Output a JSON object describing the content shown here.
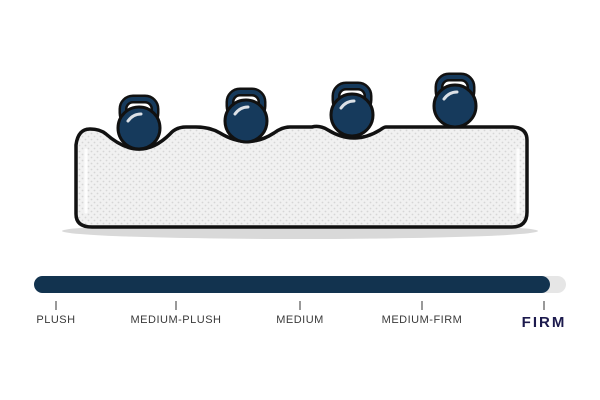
{
  "colors": {
    "kettlebell": "#163a5c",
    "outline": "#111111",
    "foam": "#eeeeee",
    "bar_fill": "#12334f",
    "bar_track": "#e6e6e6",
    "active_label": "#1c1a4d",
    "label": "#3a3a3a"
  },
  "icons": [
    "kettlebell-icon",
    "mattress-icon"
  ],
  "firmness": {
    "selected": "FIRM",
    "level": 0.97,
    "labels": [
      "PLUSH",
      "MEDIUM-PLUSH",
      "MEDIUM",
      "MEDIUM-FIRM",
      "FIRM"
    ]
  }
}
